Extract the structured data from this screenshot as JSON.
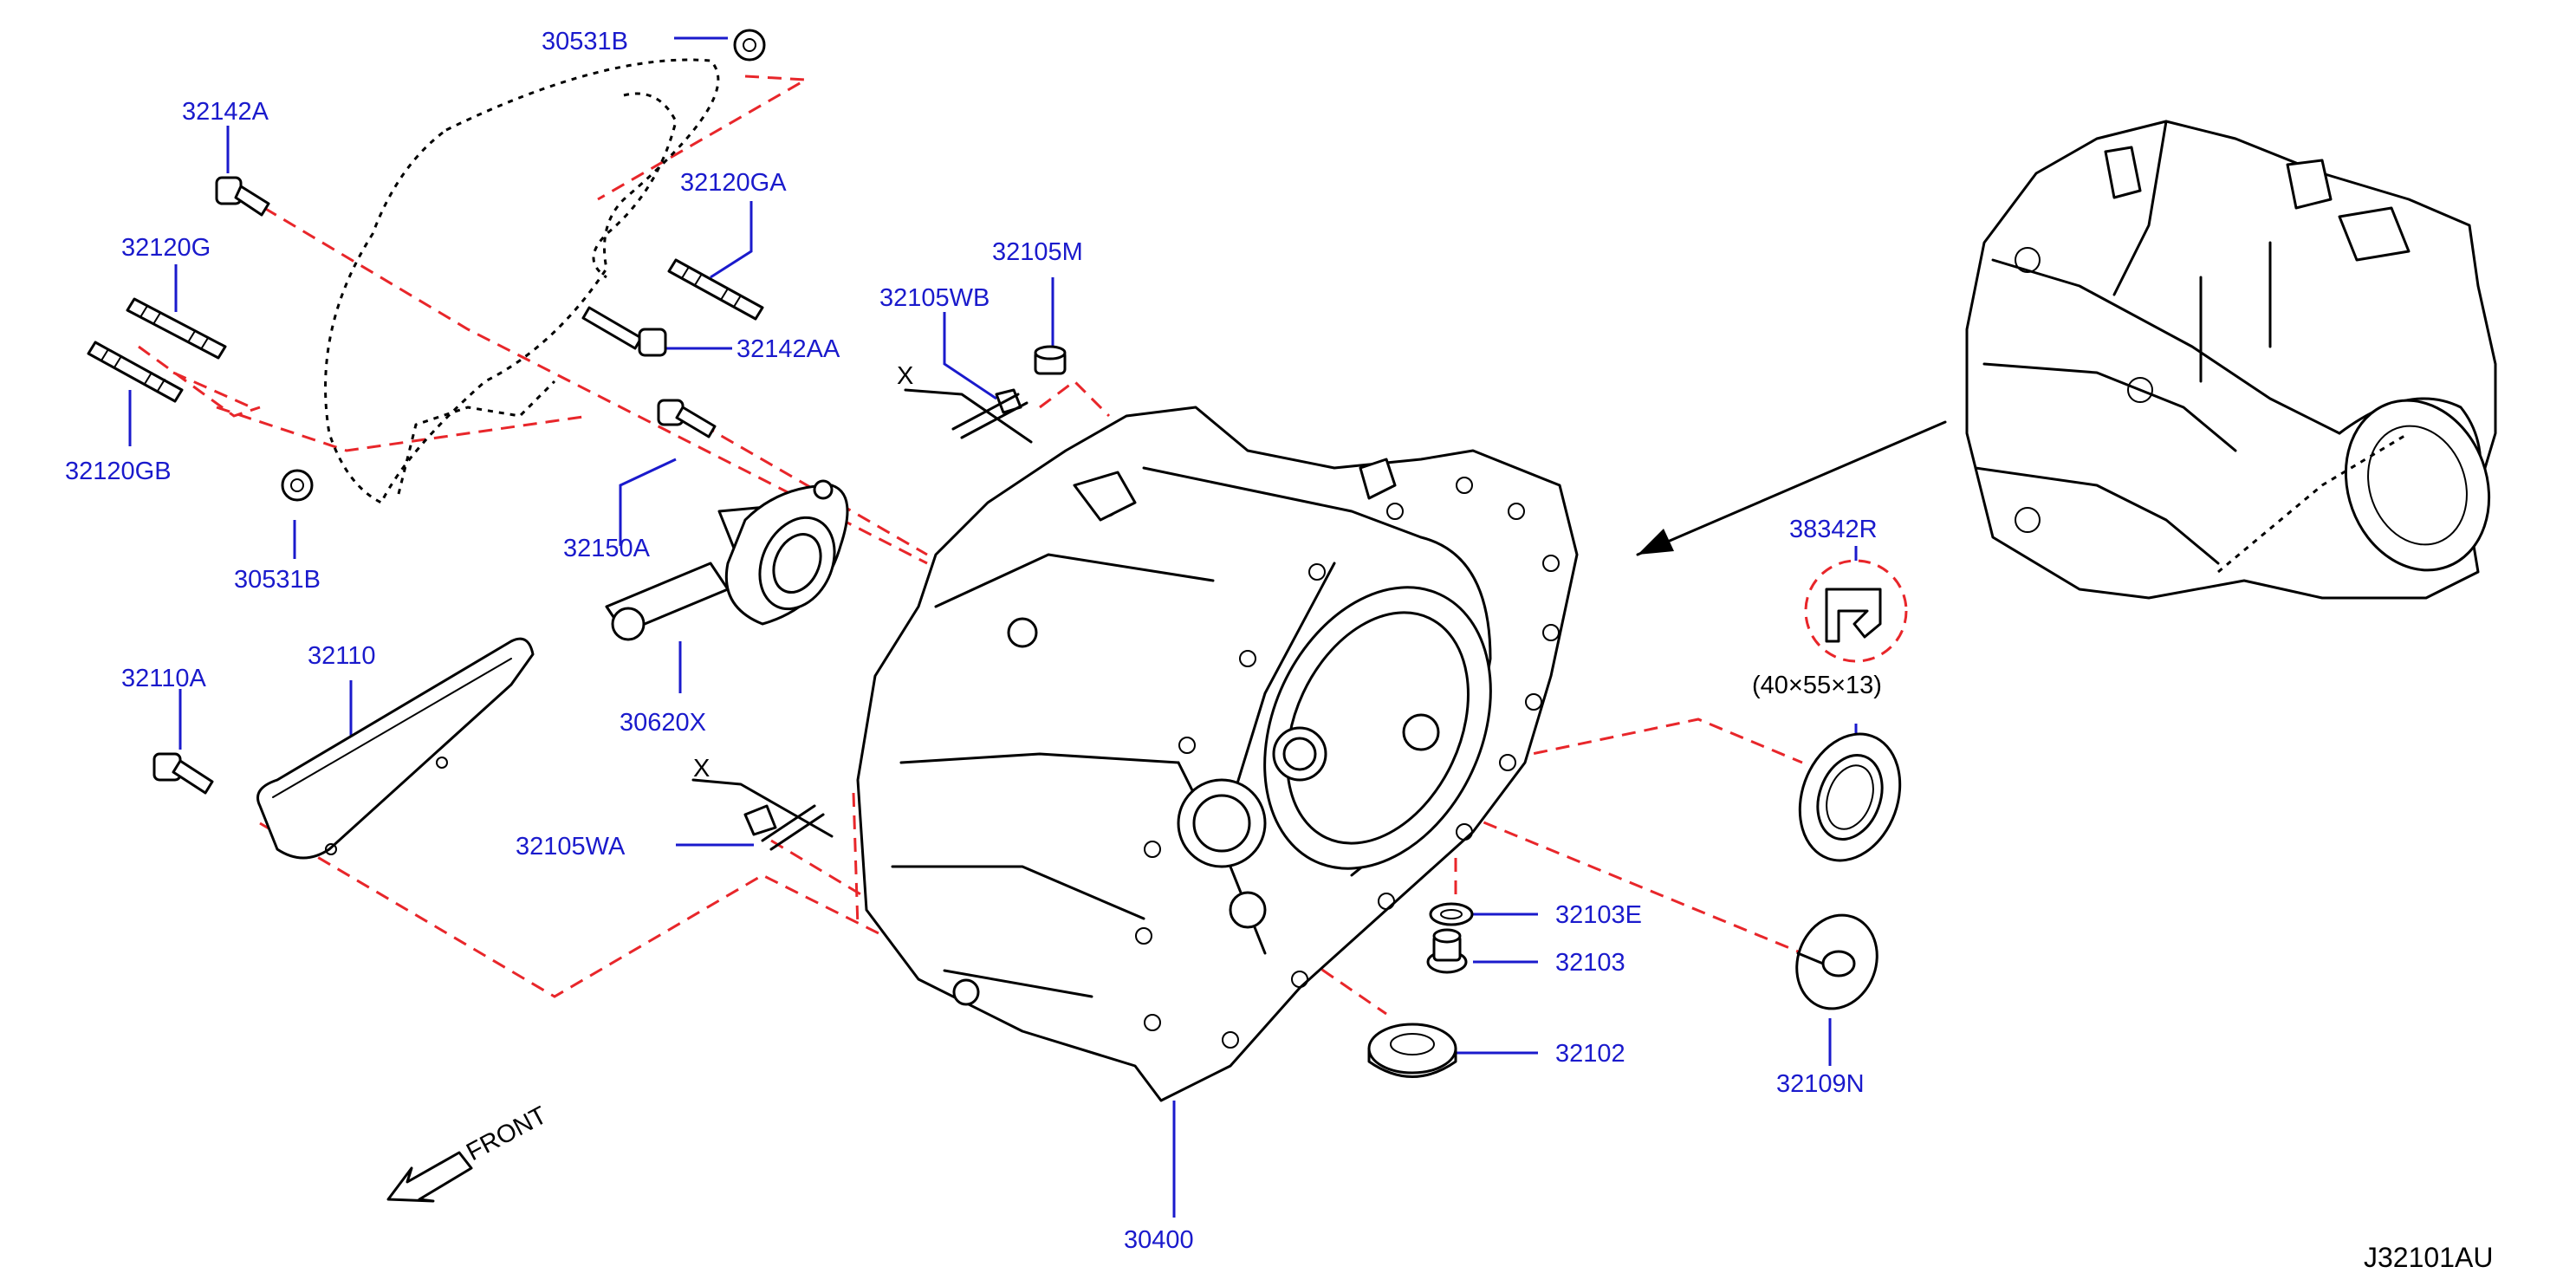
{
  "diagram": {
    "figure_code": "J32101AU",
    "front_label": "FRONT",
    "seal_size": "(40×55×13)",
    "detail_mark": "X",
    "parts": [
      {
        "id": "30531B_top",
        "number": "30531B"
      },
      {
        "id": "32142A",
        "number": "32142A"
      },
      {
        "id": "32120GA",
        "number": "32120GA"
      },
      {
        "id": "32120G",
        "number": "32120G"
      },
      {
        "id": "32142AA",
        "number": "32142AA"
      },
      {
        "id": "32120GB",
        "number": "32120GB"
      },
      {
        "id": "30531B_bottom",
        "number": "30531B"
      },
      {
        "id": "32105M",
        "number": "32105M"
      },
      {
        "id": "32105WB",
        "number": "32105WB"
      },
      {
        "id": "32150A",
        "number": "32150A"
      },
      {
        "id": "30620X",
        "number": "30620X"
      },
      {
        "id": "32110A",
        "number": "32110A"
      },
      {
        "id": "32110",
        "number": "32110"
      },
      {
        "id": "32105WA",
        "number": "32105WA"
      },
      {
        "id": "38342R",
        "number": "38342R"
      },
      {
        "id": "32103E",
        "number": "32103E"
      },
      {
        "id": "32103",
        "number": "32103"
      },
      {
        "id": "32102",
        "number": "32102"
      },
      {
        "id": "32109N",
        "number": "32109N"
      },
      {
        "id": "30400",
        "number": "30400"
      }
    ]
  },
  "colors": {
    "label": "#1a1acc",
    "dashed_line": "#e8262a",
    "ink": "#000000",
    "background": "#ffffff"
  }
}
